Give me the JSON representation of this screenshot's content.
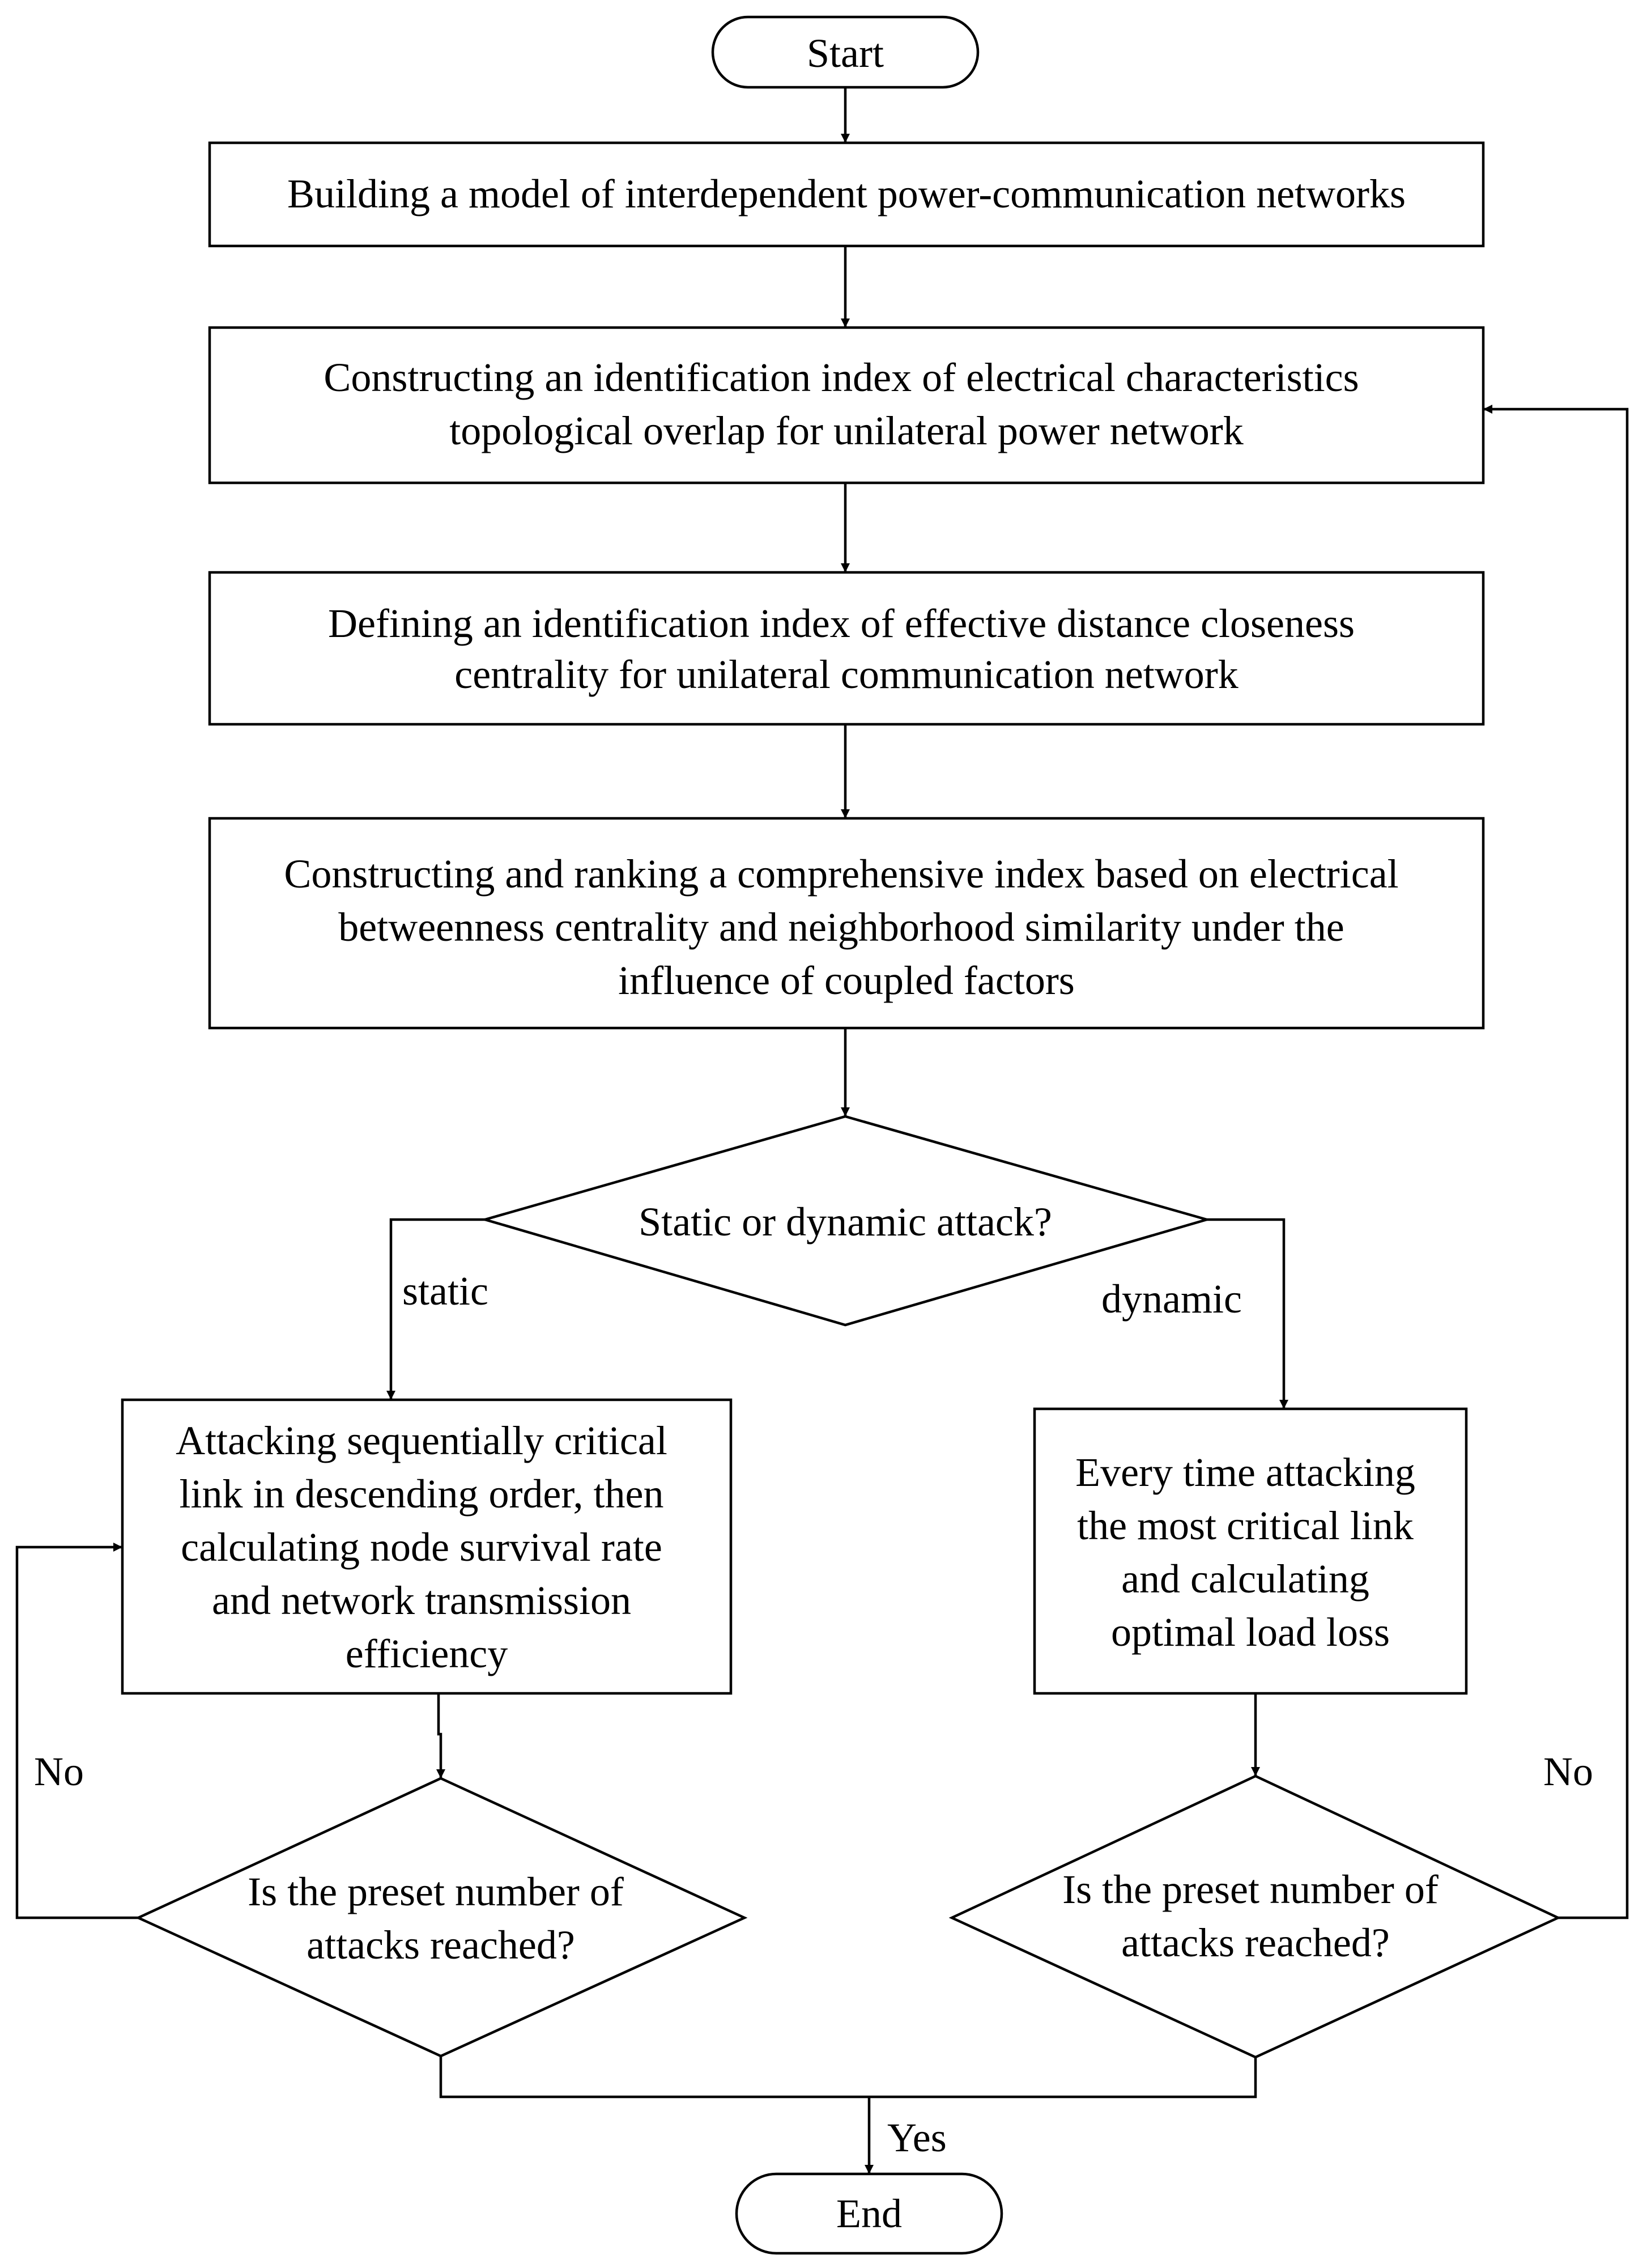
{
  "nodes": {
    "start": "Start",
    "build_model": [
      "Building a model of interdependent power-communication networks"
    ],
    "power_index": [
      "Constructing an identification index of electrical characteristics",
      "topological overlap for unilateral power network"
    ],
    "comm_index": [
      "Defining an identification index of effective distance closeness",
      "centrality for unilateral communication network"
    ],
    "comprehensive_index": [
      "Constructing and ranking a comprehensive index based on electrical",
      "betweenness centrality and neighborhood similarity under the",
      "influence of coupled factors"
    ],
    "attack_decision": "Static or dynamic attack?",
    "static_attack": [
      "Attacking  sequentially critical",
      "link in descending order, then",
      "calculating node survival rate",
      "and network transmission",
      "efficiency"
    ],
    "dynamic_attack": [
      "Every time attacking",
      "the most critical link",
      "and calculating",
      "optimal load loss"
    ],
    "static_check": [
      "Is the preset number of",
      "attacks reached?"
    ],
    "dynamic_check": [
      "Is the preset number of",
      "attacks reached?"
    ],
    "end": "End"
  },
  "edge_labels": {
    "static": "static",
    "dynamic": "dynamic",
    "no_left": "No",
    "no_right": "No",
    "yes": "Yes"
  }
}
